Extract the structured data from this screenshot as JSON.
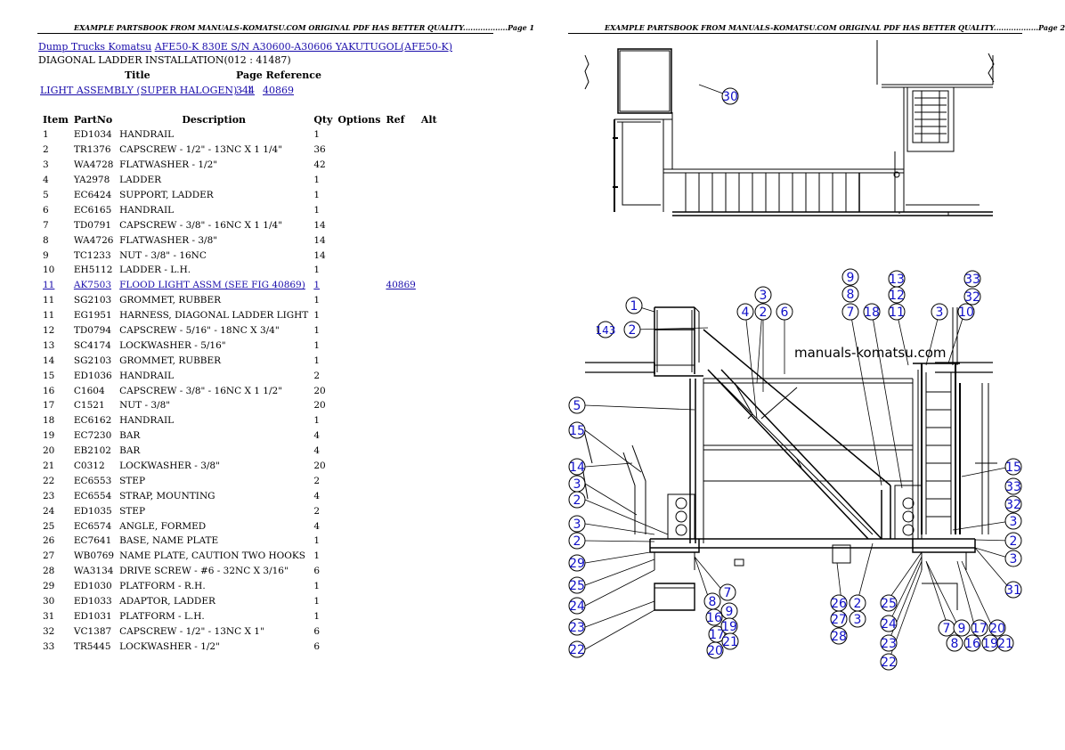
{
  "page1": {
    "banner": "EXAMPLE PARTSBOOK FROM MANUALS-KOMATSU.COM ORIGINAL PDF HAS BETTER QUALITY..................Page 1",
    "breadcrumb": {
      "root": "Dump Trucks Komatsu",
      "model": "AFE50-K 830E S/N A30600-A30606 YAKUTUGOL(AFE50-K)"
    },
    "figure_title": "DIAGONAL LADDER INSTALLATION(012 : 41487)",
    "references": {
      "headers": {
        "title": "Title",
        "page_reference": "Page Reference"
      },
      "rows": [
        {
          "title": "LIGHT ASSEMBLY (SUPER HALOGEN) - 1",
          "page": "344",
          "reference": "40869"
        }
      ]
    },
    "parts_table": {
      "headers": {
        "item": "Item",
        "partno": "PartNo",
        "description": "Description",
        "qty": "Qty",
        "options": "Options",
        "ref": "Ref",
        "alt": "Alt"
      },
      "rows": [
        {
          "item": "1",
          "partno": "ED1034",
          "description": "HANDRAIL",
          "qty": "1"
        },
        {
          "item": "2",
          "partno": "TR1376",
          "description": "CAPSCREW - 1/2\" - 13NC X 1 1/4\"",
          "qty": "36"
        },
        {
          "item": "3",
          "partno": "WA4728",
          "description": "FLATWASHER - 1/2\"",
          "qty": "42"
        },
        {
          "item": "4",
          "partno": "YA2978",
          "description": "LADDER",
          "qty": "1"
        },
        {
          "item": "5",
          "partno": "EC6424",
          "description": "SUPPORT, LADDER",
          "qty": "1"
        },
        {
          "item": "6",
          "partno": "EC6165",
          "description": "HANDRAIL",
          "qty": "1"
        },
        {
          "item": "7",
          "partno": "TD0791",
          "description": "CAPSCREW - 3/8\" - 16NC X 1 1/4\"",
          "qty": "14"
        },
        {
          "item": "8",
          "partno": "WA4726",
          "description": "FLATWASHER - 3/8\"",
          "qty": "14"
        },
        {
          "item": "9",
          "partno": "TC1233",
          "description": "NUT - 3/8\" - 16NC",
          "qty": "14"
        },
        {
          "item": "10",
          "partno": "EH5112",
          "description": "LADDER - L.H.",
          "qty": "1"
        },
        {
          "item": "11",
          "partno": "AK7503",
          "description": "FLOOD LIGHT ASSM (SEE FIG 40869)",
          "qty": "1",
          "ref": "40869",
          "link": true
        },
        {
          "item": "11",
          "partno": "SG2103",
          "description": "GROMMET, RUBBER",
          "qty": "1"
        },
        {
          "item": "11",
          "partno": "EG1951",
          "description": "HARNESS, DIAGONAL LADDER LIGHT",
          "qty": "1"
        },
        {
          "item": "12",
          "partno": "TD0794",
          "description": "CAPSCREW - 5/16\" - 18NC X 3/4\"",
          "qty": "1"
        },
        {
          "item": "13",
          "partno": "SC4174",
          "description": "LOCKWASHER - 5/16\"",
          "qty": "1"
        },
        {
          "item": "14",
          "partno": "SG2103",
          "description": "GROMMET, RUBBER",
          "qty": "1"
        },
        {
          "item": "15",
          "partno": "ED1036",
          "description": "HANDRAIL",
          "qty": "2"
        },
        {
          "item": "16",
          "partno": "C1604",
          "description": "CAPSCREW - 3/8\" - 16NC X 1 1/2\"",
          "qty": "20"
        },
        {
          "item": "17",
          "partno": "C1521",
          "description": "NUT - 3/8\"",
          "qty": "20"
        },
        {
          "item": "18",
          "partno": "EC6162",
          "description": "HANDRAIL",
          "qty": "1"
        },
        {
          "item": "19",
          "partno": "EC7230",
          "description": "BAR",
          "qty": "4"
        },
        {
          "item": "20",
          "partno": "EB2102",
          "description": "BAR",
          "qty": "4"
        },
        {
          "item": "21",
          "partno": "C0312",
          "description": "LOCKWASHER - 3/8\"",
          "qty": "20"
        },
        {
          "item": "22",
          "partno": "EC6553",
          "description": "STEP",
          "qty": "2"
        },
        {
          "item": "23",
          "partno": "EC6554",
          "description": "STRAP, MOUNTING",
          "qty": "4"
        },
        {
          "item": "24",
          "partno": "ED1035",
          "description": "STEP",
          "qty": "2"
        },
        {
          "item": "25",
          "partno": "EC6574",
          "description": "ANGLE, FORMED",
          "qty": "4"
        },
        {
          "item": "26",
          "partno": "EC7641",
          "description": "BASE, NAME PLATE",
          "qty": "1"
        },
        {
          "item": "27",
          "partno": "WB0769",
          "description": "NAME PLATE, CAUTION TWO HOOKS",
          "qty": "1"
        },
        {
          "item": "28",
          "partno": "WA3134",
          "description": "DRIVE SCREW - #6 - 32NC X 3/16\"",
          "qty": "6"
        },
        {
          "item": "29",
          "partno": "ED1030",
          "description": "PLATFORM - R.H.",
          "qty": "1"
        },
        {
          "item": "30",
          "partno": "ED1033",
          "description": "ADAPTOR, LADDER",
          "qty": "1"
        },
        {
          "item": "31",
          "partno": "ED1031",
          "description": "PLATFORM - L.H.",
          "qty": "1"
        },
        {
          "item": "32",
          "partno": "VC1387",
          "description": "CAPSCREW - 1/2\" - 13NC X 1\"",
          "qty": "6"
        },
        {
          "item": "33",
          "partno": "TR5445",
          "description": "LOCKWASHER - 1/2\"",
          "qty": "6"
        }
      ]
    }
  },
  "page2": {
    "banner": "EXAMPLE PARTSBOOK FROM MANUALS-KOMATSU.COM ORIGINAL PDF HAS BETTER QUALITY..................Page 2",
    "watermark": "manuals-komatsu.com",
    "callouts": [
      "30",
      "1",
      "143",
      "2",
      "4",
      "3",
      "2",
      "6",
      "9",
      "8",
      "7",
      "18",
      "13",
      "12",
      "11",
      "33",
      "32",
      "10",
      "3",
      "5",
      "15",
      "14",
      "3",
      "2",
      "3",
      "2",
      "29",
      "25",
      "24",
      "23",
      "22",
      "8",
      "7",
      "16",
      "9",
      "17",
      "19",
      "20",
      "21",
      "26",
      "27",
      "28",
      "2",
      "3",
      "25",
      "24",
      "23",
      "22",
      "15",
      "33",
      "32",
      "3",
      "2",
      "3",
      "31",
      "7",
      "9",
      "17",
      "20",
      "8",
      "16",
      "19",
      "21"
    ],
    "link_color": "#1a0dab",
    "callout_color": "#1010c8"
  }
}
